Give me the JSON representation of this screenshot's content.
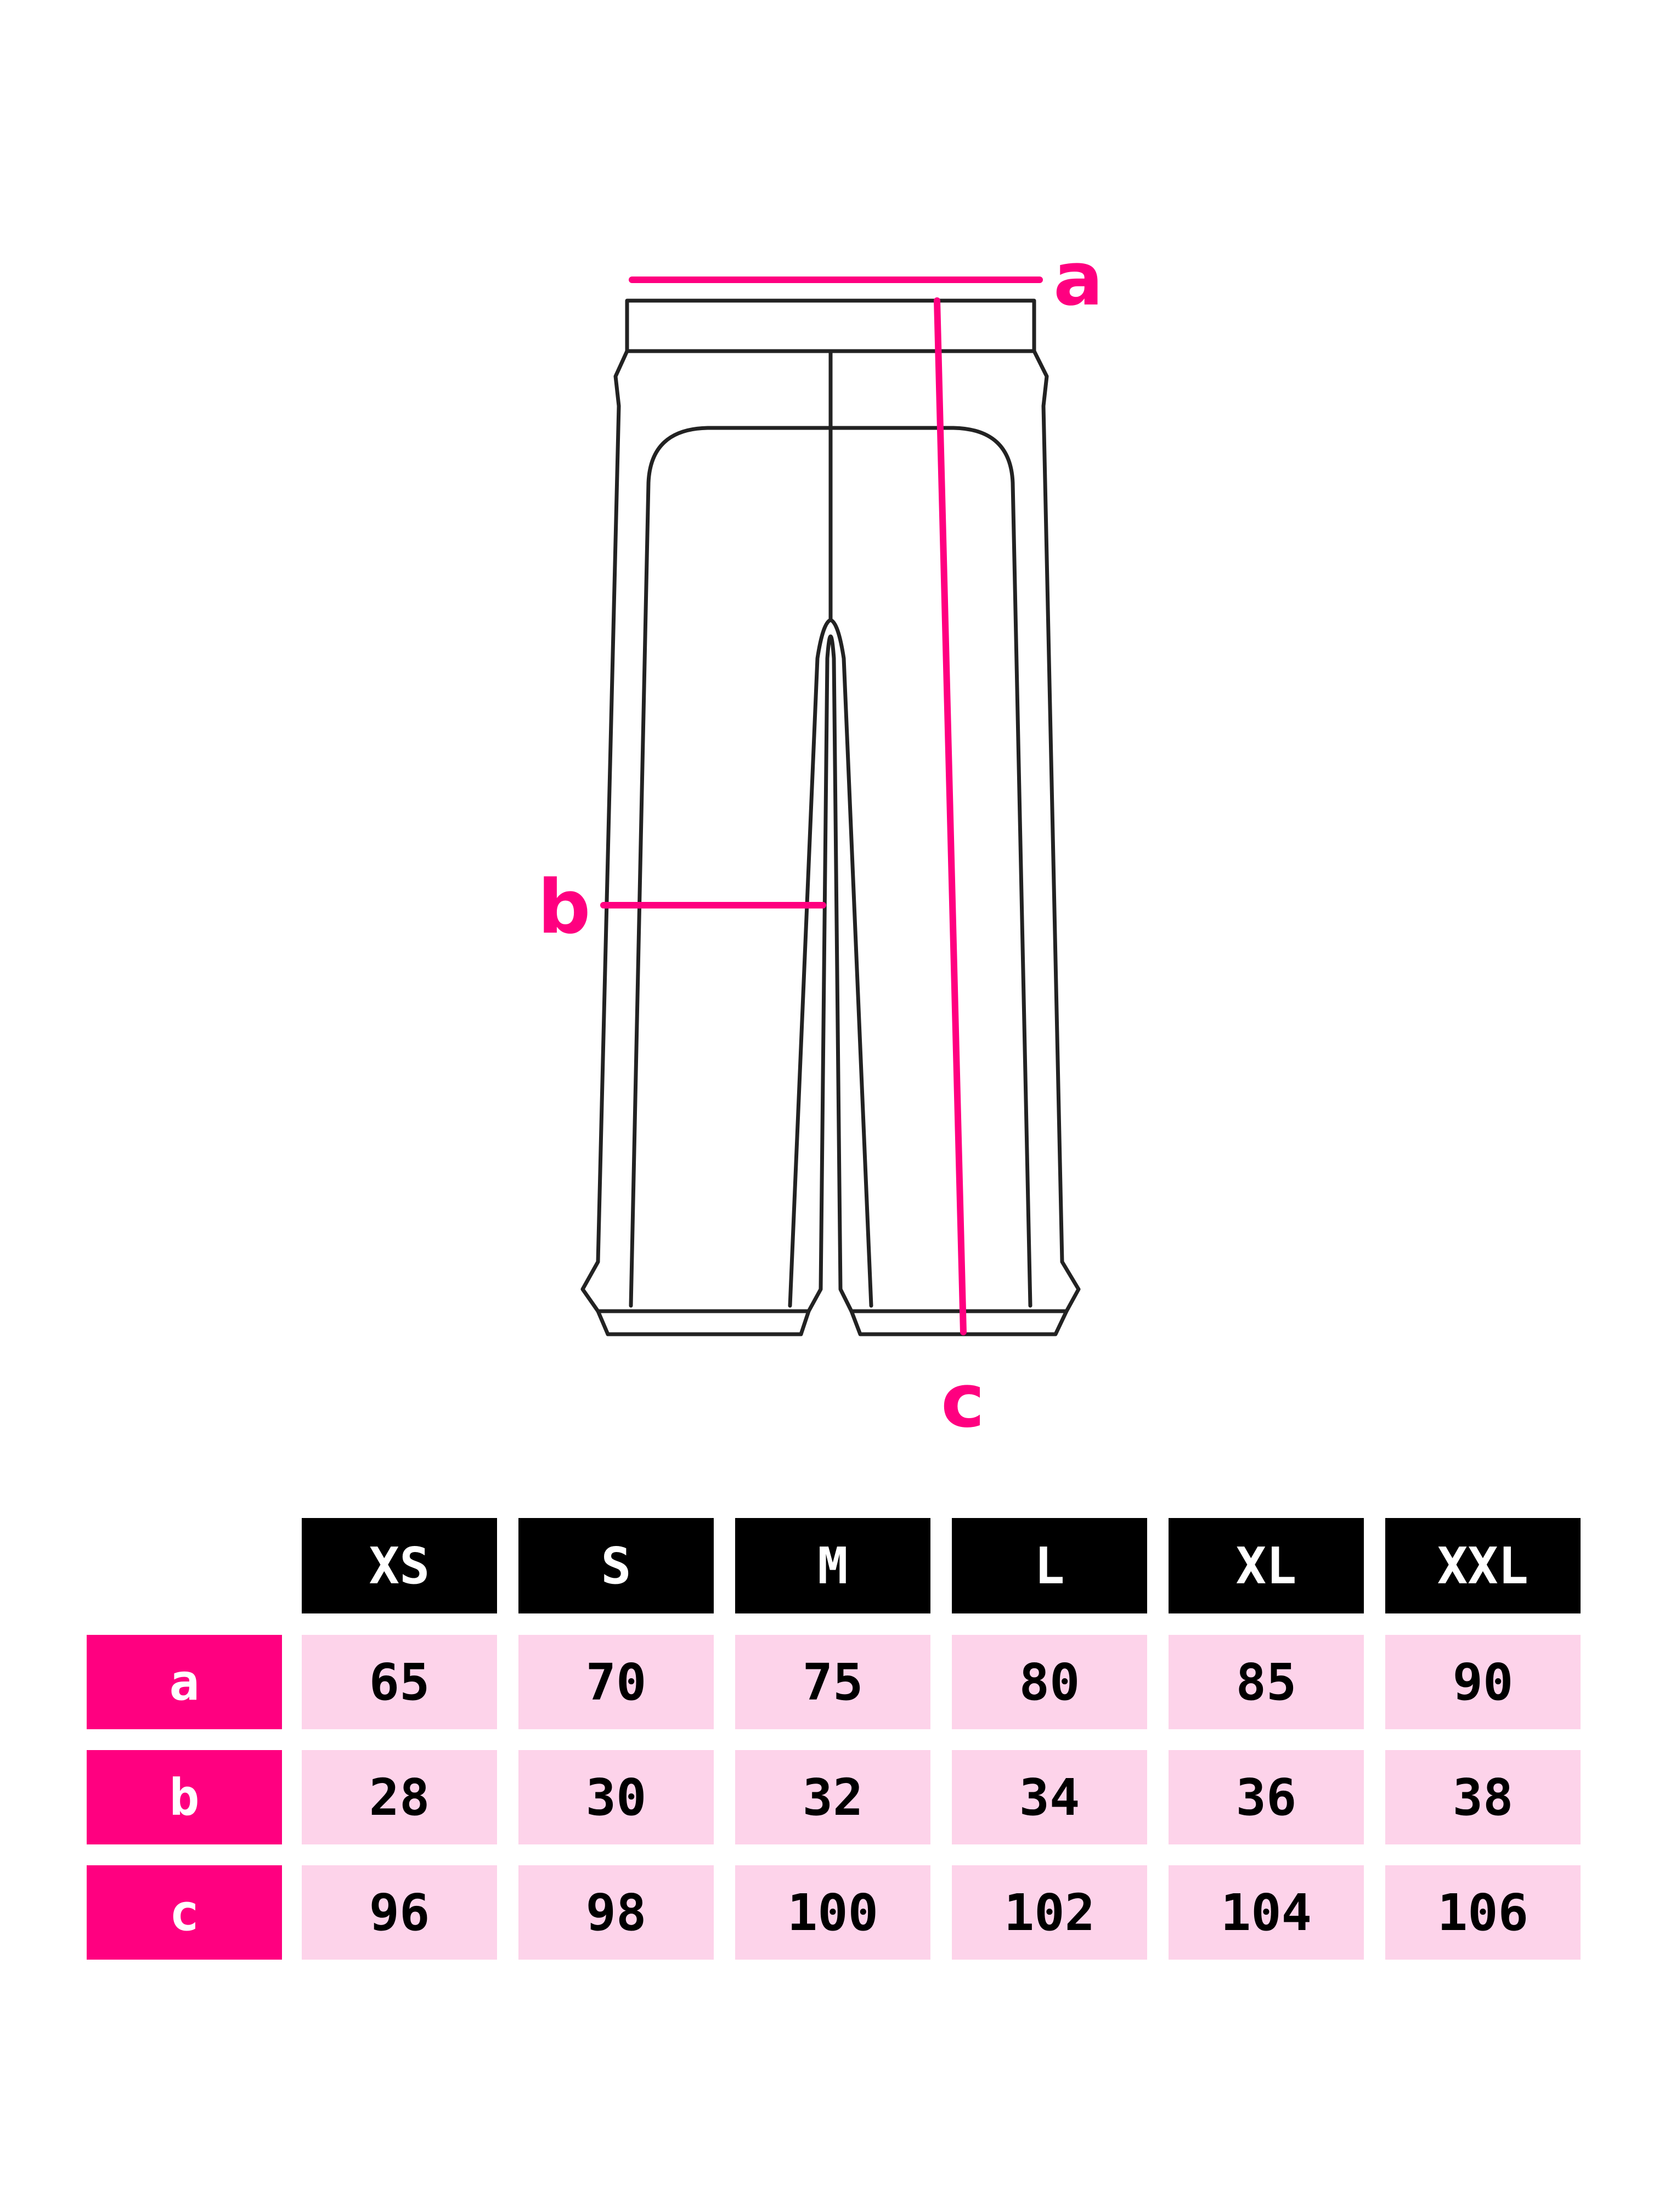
{
  "colors": {
    "accent": "#ff0080",
    "header_bg": "#000000",
    "value_bg": "#fdd3ea",
    "outline": "#222222"
  },
  "diagram": {
    "labels": {
      "a": "a",
      "b": "b",
      "c": "c"
    }
  },
  "size_table": {
    "corner": "",
    "sizes": [
      "XS",
      "S",
      "M",
      "L",
      "XL",
      "XXL"
    ],
    "rows": [
      {
        "label": "a",
        "values": [
          "65",
          "70",
          "75",
          "80",
          "85",
          "90"
        ]
      },
      {
        "label": "b",
        "values": [
          "28",
          "30",
          "32",
          "34",
          "36",
          "38"
        ]
      },
      {
        "label": "c",
        "values": [
          "96",
          "98",
          "100",
          "102",
          "104",
          "106"
        ]
      }
    ]
  }
}
